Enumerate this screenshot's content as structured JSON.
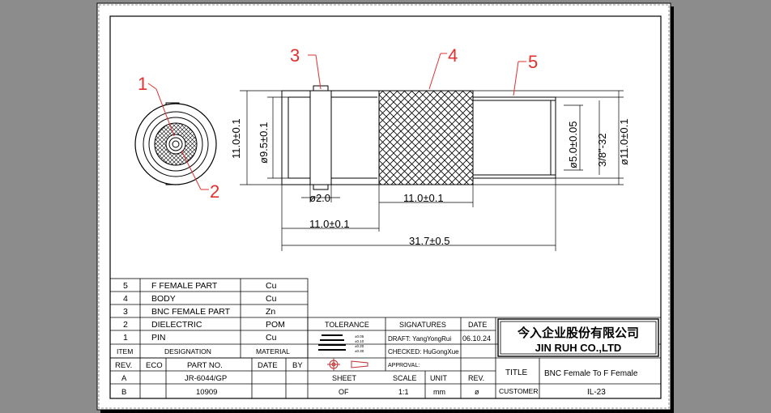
{
  "callouts": {
    "c1": "1",
    "c2": "2",
    "c3": "3",
    "c4": "4",
    "c5": "5"
  },
  "dims": {
    "d_body_height": "11.0±0.1",
    "d_body_dia": "ø9.5±0.1",
    "d_pin": "ø2.0",
    "d_knurl_len": "11.0±0.1",
    "d_bnc_len": "11.0±0.1",
    "d_total_len": "31.7±0.5",
    "d_inner_dia": "ø5.0±0.05",
    "d_thread": "3/8\"-32",
    "d_f_dia": "ø11.0±0.1"
  },
  "bom": {
    "rows": [
      {
        "item": "5",
        "designation": "F  FEMALE  PART",
        "material": "Cu"
      },
      {
        "item": "4",
        "designation": "BODY",
        "material": "Cu"
      },
      {
        "item": "3",
        "designation": "BNC  FEMALE  PART",
        "material": "Zn"
      },
      {
        "item": "2",
        "designation": "DIELECTRIC",
        "material": "POM"
      },
      {
        "item": "1",
        "designation": "PIN",
        "material": "Cu"
      }
    ],
    "header": {
      "item": "ITEM",
      "designation": "DESIGNATION",
      "material": "MATERIAL"
    }
  },
  "revision": {
    "header": {
      "rev": "REV.",
      "eco": "ECO",
      "part": "PART NO.",
      "date": "DATE",
      "by": "BY"
    },
    "rows": [
      {
        "rev": "A",
        "part": "JR-6044/GP"
      },
      {
        "rev": "B",
        "part": "10909"
      }
    ]
  },
  "tolerance": {
    "label": "TOLERANCE",
    "lines": [
      "±0.05",
      "±0.10",
      "±0.20",
      "±0.30"
    ]
  },
  "signatures": {
    "label": "SIGNATURES",
    "draft": "DRAFT: YangYongRui",
    "checked": "CHECKED: HuGongXue",
    "approval": "APPROVAL:"
  },
  "date_block": {
    "label": "DATE",
    "value": "06.10.24"
  },
  "company": {
    "name_cn": "今入企业股份有限公司",
    "name_en": "JIN  RUH  CO.,LTD"
  },
  "sheet_block": {
    "sheet_label": "SHEET",
    "sheet_value": "OF",
    "scale_label": "SCALE",
    "scale_value": "1:1",
    "unit_label": "UNIT",
    "unit_value": "mm",
    "rev_label": "REV.",
    "rev_value": "ø"
  },
  "title_block": {
    "title_label": "TITLE",
    "title_value": "BNC Female To F Female",
    "customer_label": "CUSTOMER",
    "customer_value": "IL-23"
  },
  "colors": {
    "background": "#8c8c8c",
    "paper": "#ffffff",
    "line": "#000000",
    "callout": "#e03030"
  }
}
